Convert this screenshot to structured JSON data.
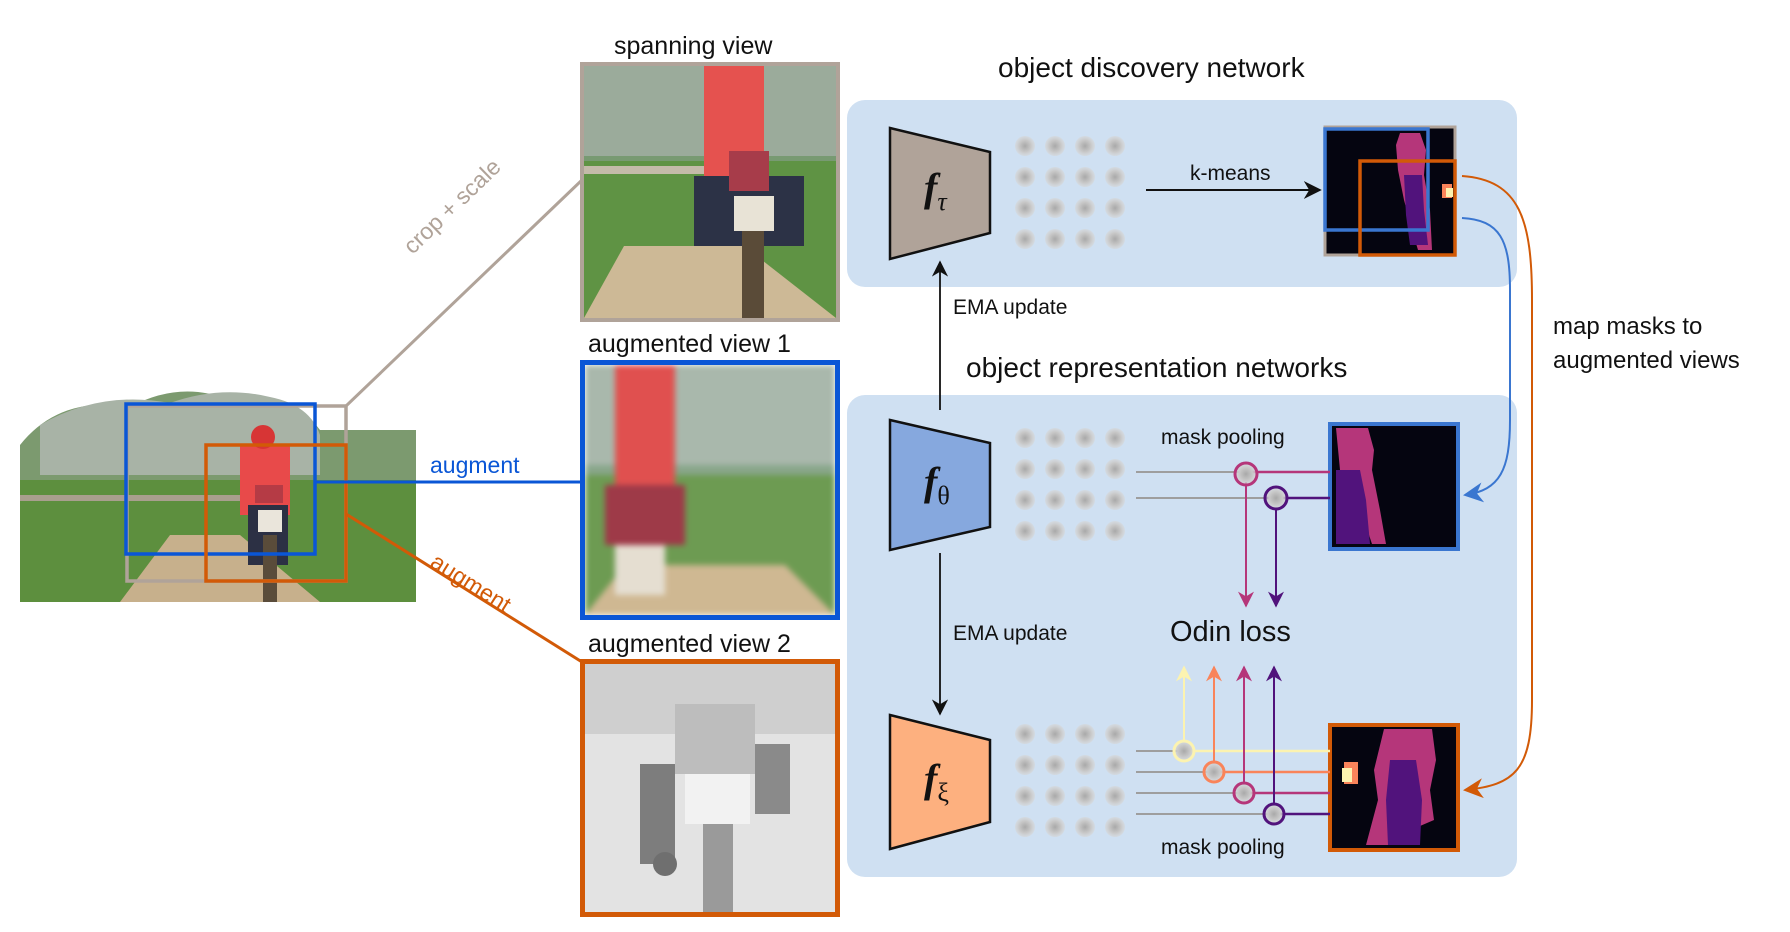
{
  "source_image": {
    "description": "motorcyclist on dirt road with mountain",
    "crop_boxes": [
      {
        "name": "spanning-crop",
        "color": "#b0a399"
      },
      {
        "name": "view1-crop",
        "color": "#0a56d6"
      },
      {
        "name": "view2-crop",
        "color": "#d25a07"
      }
    ]
  },
  "edges": {
    "crop_scale": "crop + scale",
    "augment_1": "augment",
    "augment_2": "augment"
  },
  "views": {
    "spanning": {
      "title": "spanning view",
      "border_color": "#b0a399"
    },
    "aug1": {
      "title": "augmented view 1",
      "border_color": "#0a56d6"
    },
    "aug2": {
      "title": "augmented view 2",
      "border_color": "#d25a07"
    }
  },
  "discovery": {
    "title": "object discovery network",
    "encoder_symbol": "f",
    "encoder_subscript": "τ",
    "encoder_color": "#b0a399",
    "kmeans_label": "k-means"
  },
  "representation": {
    "title": "object representation networks",
    "online_symbol": "f",
    "online_subscript": "θ",
    "online_color": "#86a8de",
    "target_symbol": "f",
    "target_subscript": "ξ",
    "target_color": "#fdb07f",
    "mask_pooling_top": "mask pooling",
    "mask_pooling_bottom": "mask pooling",
    "loss_label": "Odin loss"
  },
  "ema": {
    "upper": "EMA update",
    "lower": "EMA update"
  },
  "mapping": {
    "line1": "map masks to",
    "line2": "augmented views"
  },
  "mask_colors": {
    "yellow": "#fcf3b0",
    "salmon": "#f9845a",
    "magenta": "#b5367a",
    "purple": "#51137c",
    "blue_edge": "#3a76d0",
    "orange_edge": "#d25a07",
    "panel_bg": "#cfe0f2"
  }
}
